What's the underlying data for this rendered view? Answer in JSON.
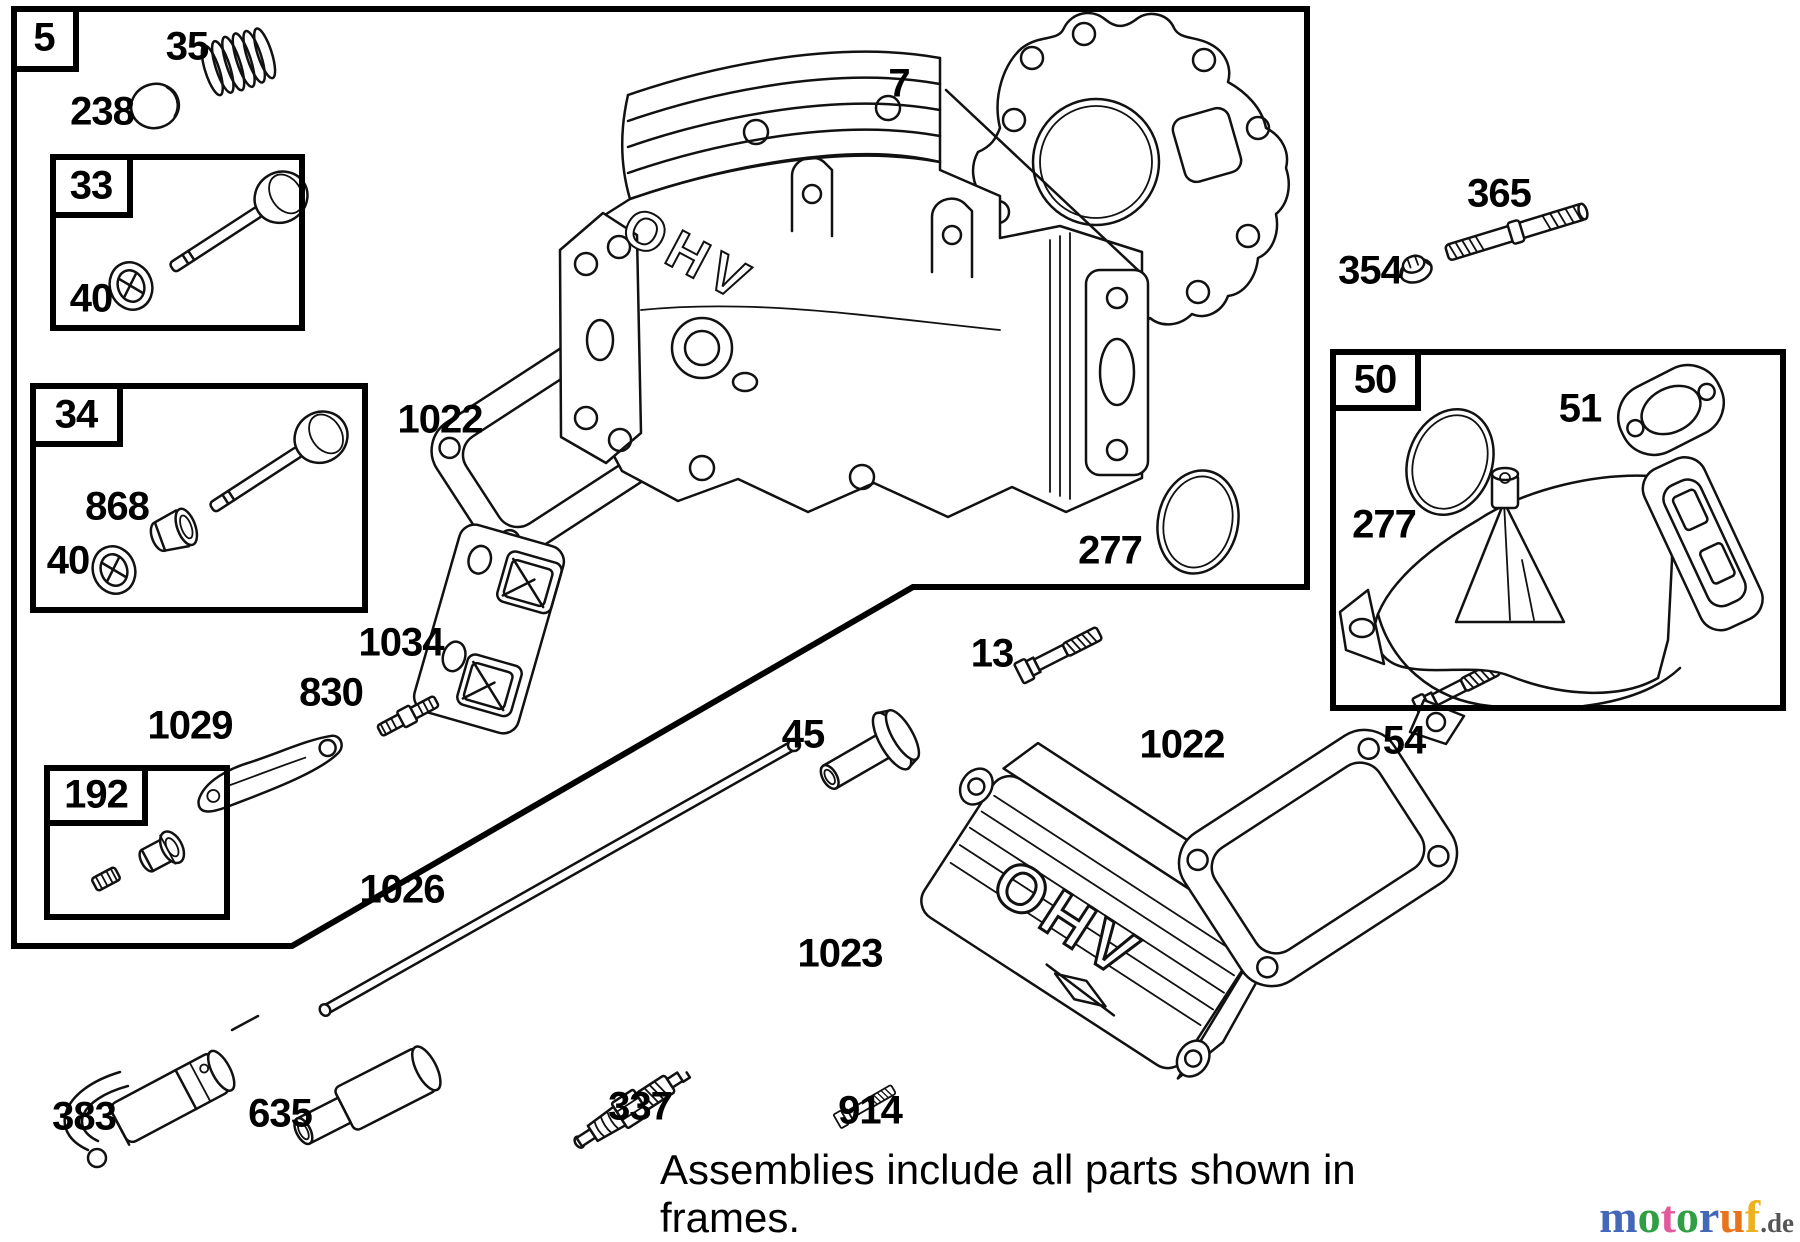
{
  "diagram": {
    "footer_line1": "Assemblies include all parts shown in",
    "footer_line2": "frames.",
    "ohv_marking": "OHV",
    "frames": {
      "f5": "5",
      "f33": "33",
      "f34": "34",
      "f192": "192",
      "f50": "50"
    },
    "labels": {
      "p35": "35",
      "p238": "238",
      "p40a": "40",
      "p868": "868",
      "p40b": "40",
      "p7": "7",
      "p1022a": "1022",
      "p1034": "1034",
      "p830": "830",
      "p1029": "1029",
      "p1026": "1026",
      "p45": "45",
      "p13": "13",
      "p277a": "277",
      "p365": "365",
      "p354": "354",
      "p51": "51",
      "p277b": "277",
      "p1022b": "1022",
      "p54": "54",
      "p1023": "1023",
      "p914": "914",
      "p337": "337",
      "p635": "635",
      "p383": "383"
    }
  },
  "watermark": {
    "letters": [
      {
        "ch": "m",
        "color": "#4468b8"
      },
      {
        "ch": "o",
        "color": "#2f9e44"
      },
      {
        "ch": "t",
        "color": "#e25a9e"
      },
      {
        "ch": "o",
        "color": "#2f9e44"
      },
      {
        "ch": "r",
        "color": "#4468b8"
      },
      {
        "ch": "u",
        "color": "#e8731d"
      },
      {
        "ch": "f",
        "color": "#eeb01c"
      }
    ],
    "suffix": ".de",
    "suffix_color": "#555555"
  }
}
